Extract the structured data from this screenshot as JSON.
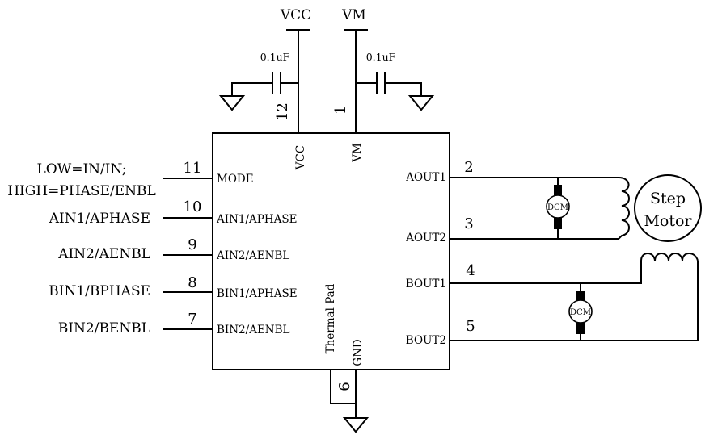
{
  "supplies": {
    "vcc": "VCC",
    "vm": "VM"
  },
  "capacitors": {
    "vcc_cap": "0.1uF",
    "vm_cap": "0.1uF"
  },
  "chip": {
    "vcc_pin": "VCC",
    "vm_pin": "VM",
    "thermal_pad": "Thermal Pad",
    "gnd": "GND",
    "left_pins": [
      {
        "num": "11",
        "internal": "MODE",
        "external": [
          "LOW=IN/IN;",
          "HIGH=PHASE/ENBL"
        ]
      },
      {
        "num": "10",
        "internal": "AIN1/APHASE",
        "external": [
          "AIN1/APHASE"
        ]
      },
      {
        "num": "9",
        "internal": "AIN2/AENBL",
        "external": [
          "AIN2/AENBL"
        ]
      },
      {
        "num": "8",
        "internal": "BIN1/APHASE",
        "external": [
          "BIN1/BPHASE"
        ]
      },
      {
        "num": "7",
        "internal": "BIN2/AENBL",
        "external": [
          "BIN2/BENBL"
        ]
      }
    ],
    "right_pins": [
      {
        "num": "2",
        "internal": "AOUT1"
      },
      {
        "num": "3",
        "internal": "AOUT2"
      },
      {
        "num": "4",
        "internal": "BOUT1"
      },
      {
        "num": "5",
        "internal": "BOUT2"
      }
    ],
    "top_pins": [
      {
        "num": "12"
      },
      {
        "num": "1"
      }
    ],
    "bottom_pin": {
      "num": "6"
    }
  },
  "loads": {
    "dc_motor": "DCM",
    "step_motor": [
      "Step",
      "Motor"
    ]
  }
}
